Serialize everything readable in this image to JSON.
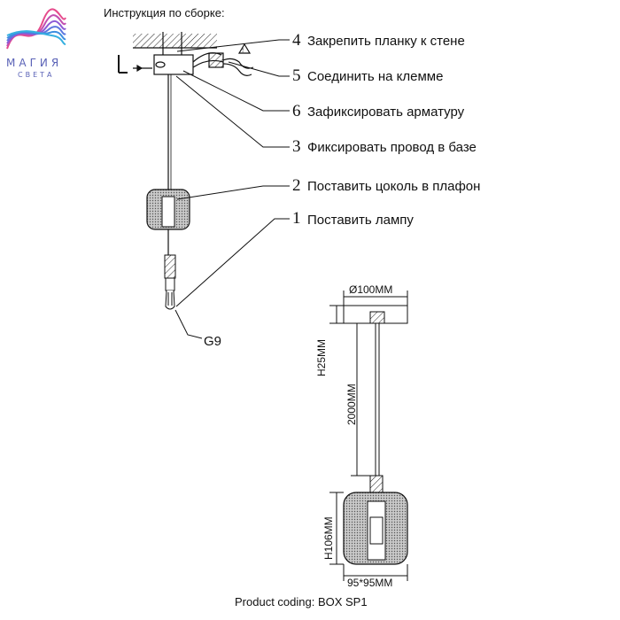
{
  "header": {
    "instruction_title": "Инструкция по сборке:"
  },
  "logo": {
    "line1": "МАГИЯ",
    "line2": "СВЕТА",
    "colors": [
      "#e64b8c",
      "#8d5bd6",
      "#3d8fe0"
    ]
  },
  "steps": [
    {
      "num": "4",
      "text": "Закрепить планку к стене"
    },
    {
      "num": "5",
      "text": "Соединить на клемме"
    },
    {
      "num": "6",
      "text": "Зафиксировать арматуру"
    },
    {
      "num": "3",
      "text": "Фиксировать провод в базе"
    },
    {
      "num": "2",
      "text": "Поставить цоколь в плафон"
    },
    {
      "num": "1",
      "text": "Поставить лампу"
    }
  ],
  "lamp_socket": "G9",
  "dimensions": {
    "diameter": "Ø100MM",
    "base_height": "H25MM",
    "cable_length": "2000MM",
    "shade_height": "H106MM",
    "shade_size": "95*95MM"
  },
  "product_coding": "Product coding: BOX SP1"
}
